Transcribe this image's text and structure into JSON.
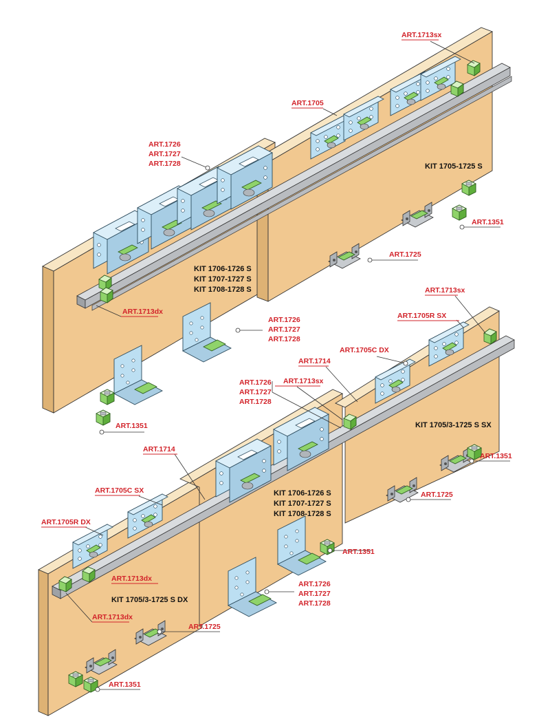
{
  "colors": {
    "panel_front": "#f1c890",
    "panel_top": "#f8e6c4",
    "panel_side": "#deb274",
    "rail": "#b9bcc0",
    "bracket": "#bcdff2",
    "clip": "#8fd36a",
    "label_red": "#d2232a"
  },
  "kits": {
    "k1": "KIT 1705-1725 S",
    "k2": [
      "KIT 1706-1726 S",
      "KIT 1707-1727 S",
      "KIT 1708-1728 S"
    ],
    "k3": "KIT 1705/3-1725 S SX",
    "k4": [
      "KIT 1706-1726 S",
      "KIT 1707-1727 S",
      "KIT 1708-1728 S"
    ],
    "k5": "KIT 1705/3-1725 S DX"
  },
  "labels": {
    "a1713sx_1": "ART.1713sx",
    "a1705": "ART.1705",
    "a172x_1": [
      "ART.1726",
      "ART.1727",
      "ART.1728"
    ],
    "a1351_1": "ART.1351",
    "a1725_1": "ART.1725",
    "a1713dx_1": "ART.1713dx",
    "a172x_2": [
      "ART.1726",
      "ART.1727",
      "ART.1728"
    ],
    "a1351_2": "ART.1351",
    "a1713sx_2": "ART.1713sx",
    "a1705rsx": "ART.1705R SX",
    "a1705cdx": "ART.1705C DX",
    "a1714_1": "ART.1714",
    "a172x_3": [
      "ART.1726",
      "ART.1727",
      "ART.1728"
    ],
    "a1713sx_3": "ART.1713sx",
    "a1351_3": "ART.1351",
    "a1725_2": "ART.1725",
    "a1714_2": "ART.1714",
    "a1705csx": "ART.1705C SX",
    "a1705rdx": "ART.1705R DX",
    "a1713dx_2": "ART.1713dx",
    "a1351_4": "ART.1351",
    "a172x_4": [
      "ART.1726",
      "ART.1727",
      "ART.1728"
    ],
    "a1713dx_3": "ART.1713dx",
    "a1725_3": "ART.1725",
    "a1351_5": "ART.1351"
  }
}
